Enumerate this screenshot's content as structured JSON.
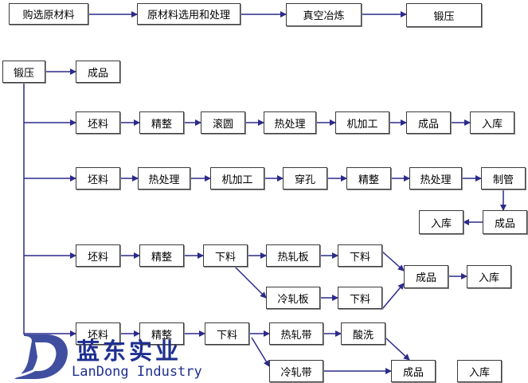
{
  "steps": {
    "r0": [
      "购选原材料",
      "原材料选用和处理",
      "真空冶炼",
      "锻压"
    ],
    "r1": [
      "锻压",
      "成品"
    ],
    "r2": [
      "坯料",
      "精整",
      "滚圆",
      "热处理",
      "机加工",
      "成品",
      "入库"
    ],
    "r3": [
      "坯料",
      "热处理",
      "机加工",
      "穿孔",
      "精整",
      "热处理",
      "制管",
      "成品",
      "入库"
    ],
    "r4": [
      "坯料",
      "精整",
      "下料",
      "热轧板",
      "下料",
      "冷轧板",
      "下料",
      "成品",
      "入库"
    ],
    "r5": [
      "坯料",
      "精整",
      "下料",
      "热轧带",
      "酸洗",
      "冷轧带",
      "成品",
      "入库"
    ]
  },
  "logo": {
    "chinese": "蓝东实业",
    "english": "LanDong Industry",
    "icon": "letter-d-emblem-icon",
    "color": "#1e2f8f"
  },
  "colors": {
    "arrow": "#2b2a8c",
    "border": "#3b3b3b"
  }
}
